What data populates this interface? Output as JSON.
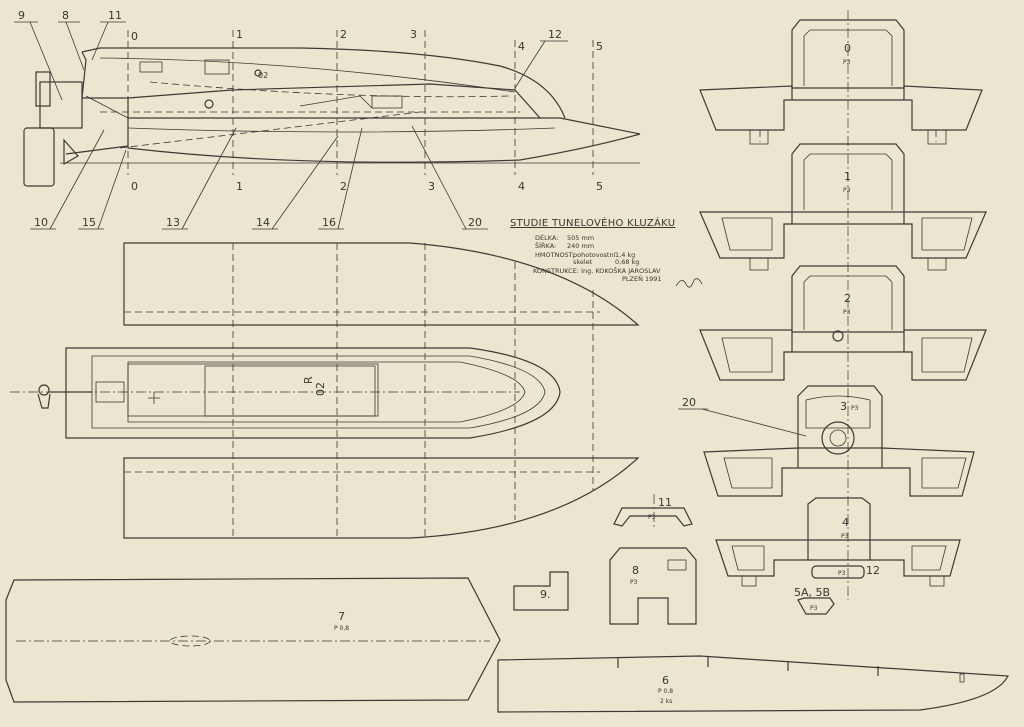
{
  "title_block": {
    "title": "STUDIE TUNELOVÉHO KLUZÁKU",
    "length_label": "DÉLKA:",
    "length_value": "505 mm",
    "width_label": "ŠÍŘKA:",
    "width_value": "240 mm",
    "weight_label": "HMOTNOST:",
    "weight_ready_label": "pohotovostní",
    "weight_ready_value": "1,4 kg",
    "weight_skeleton_label": "skelet",
    "weight_skeleton_value": "0,68 kg",
    "designer_line": "KONSTRUKCE: Ing. KOKOŠKA JAROSLAV",
    "place_year": "PLZEŇ 1991"
  },
  "stations": [
    "0",
    "1",
    "2",
    "3",
    "4",
    "5"
  ],
  "callouts": [
    "9",
    "8",
    "11",
    "12",
    "10",
    "15",
    "13",
    "14",
    "16",
    "20"
  ],
  "frames": [
    {
      "label": "0",
      "mat": "P3"
    },
    {
      "label": "1",
      "mat": "P3"
    },
    {
      "label": "2",
      "mat": "P3"
    },
    {
      "label": "3",
      "mat": "P3"
    },
    {
      "label": "4",
      "mat": "P3"
    }
  ],
  "frame_callout": "20",
  "parts": {
    "p11": {
      "label": "11",
      "mat": "P3"
    },
    "p8": {
      "label": "8",
      "mat": "P3"
    },
    "p12": {
      "label": "12",
      "mat": "P3"
    },
    "p5": {
      "label": "5A, 5B",
      "mat": "P3"
    },
    "p9": {
      "label": "9."
    },
    "p7": {
      "label": "7",
      "mat": "P 0,8"
    },
    "p6": {
      "label": "6",
      "mat": "P 0,8",
      "qty": "2 ks"
    }
  },
  "top_view_label": "02"
}
